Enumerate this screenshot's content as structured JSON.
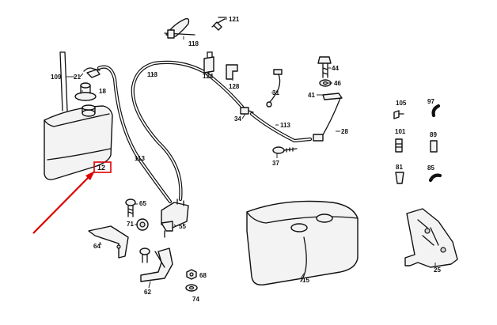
{
  "colors": {
    "highlight": "#e00000",
    "ink": "#111111",
    "paper": "#ffffff"
  },
  "parts": {
    "p121": "121",
    "p118": "118",
    "p109": "109",
    "p21": "21",
    "p18": "18",
    "p113a": "113",
    "p113b": "113",
    "p113c": "113",
    "p124": "124",
    "p128": "128",
    "p44": "44",
    "p46": "46",
    "p41": "41",
    "p31": "31",
    "p34": "34",
    "p28": "28",
    "p37": "37",
    "p105": "105",
    "p97": "97",
    "p101": "101",
    "p89": "89",
    "p81": "81",
    "p85": "85",
    "p12": "12",
    "p65": "65",
    "p71": "71",
    "p55": "55",
    "p64": "64",
    "p62": "62",
    "p68": "68",
    "p74": "74",
    "p15": "15",
    "p25": "25"
  }
}
